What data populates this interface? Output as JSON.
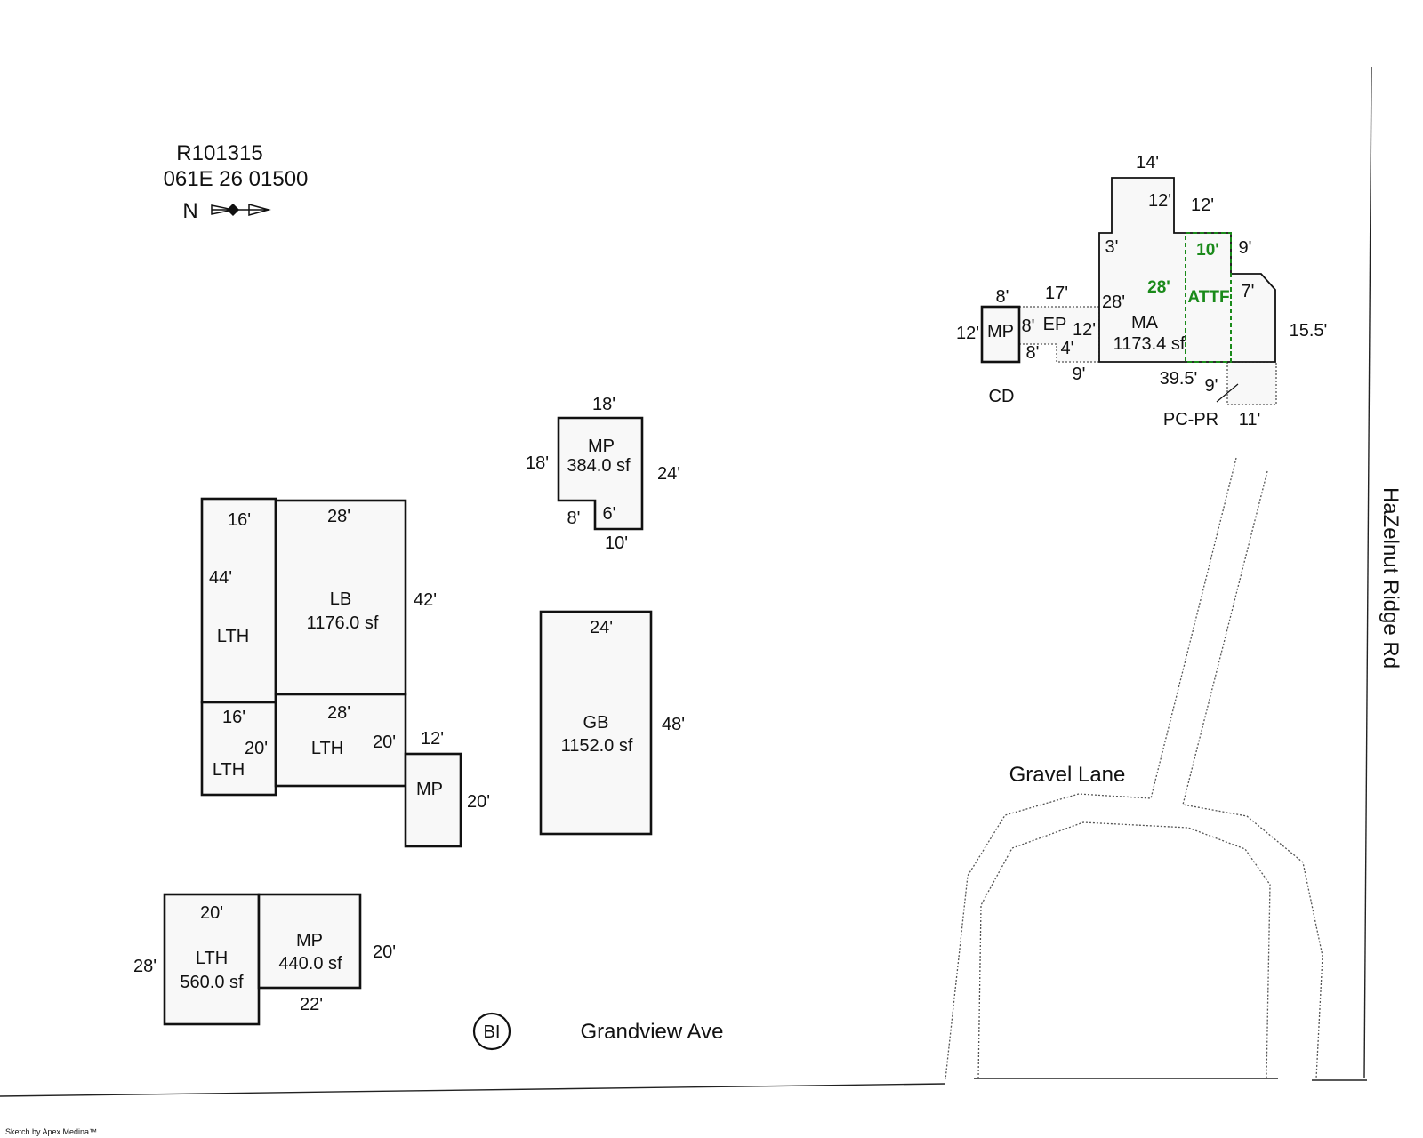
{
  "header": {
    "parcel_id": "R101315",
    "map_number": "061E 26 01500",
    "north_label": "N"
  },
  "roads": {
    "hazelnut": "HaZelnut Ridge Rd",
    "gravel": "Gravel Lane",
    "grandview": "Grandview Ave"
  },
  "footer": {
    "credit": "Sketch by Apex Medina™"
  },
  "symbols": {
    "bi": "BI"
  },
  "main_house": {
    "ma_label": "MA",
    "ma_area": "1173.4 sf",
    "attf_label": "ATTF",
    "ep_label": "EP",
    "mp_label": "MP",
    "cd_label": "CD",
    "pcpr_label": "PC-PR",
    "dims": {
      "top": "14'",
      "upper_left_inner": "12'",
      "upper_right": "12'",
      "attf_top": "10'",
      "right_step": "9'",
      "step_left": "3'",
      "attf_height": "28'",
      "ma_left": "28'",
      "bump": "7'",
      "right_side": "15.5'",
      "bottom": "39.5'",
      "pc_left": "9'",
      "pc_bottom": "11'",
      "ep_top": "17'",
      "ep_left": "8'",
      "ep_right": "12'",
      "ep_bottom_left": "8'",
      "ep_step": "4'",
      "ep_bottom": "9'",
      "mp_top": "8'",
      "mp_left": "12'"
    }
  },
  "mp_small": {
    "label": "MP",
    "area": "384.0 sf",
    "dims": {
      "top": "18'",
      "left": "18'",
      "right": "24'",
      "notch_left": "8'",
      "notch_inner": "6'",
      "bottom": "10'"
    }
  },
  "lb_group": {
    "lb_label": "LB",
    "lb_area": "1176.0 sf",
    "lth_label": "LTH",
    "mp_label": "MP",
    "dims": {
      "lth_top": "16'",
      "lth_side": "44'",
      "lb_top": "28'",
      "lb_side": "42'",
      "lth2_top": "16'",
      "lth2_side": "20'",
      "lth3_top": "28'",
      "lth3_side": "20'",
      "mp_top": "12'",
      "mp_side": "20'"
    }
  },
  "gb": {
    "label": "GB",
    "area": "1152.0 sf",
    "dims": {
      "top": "24'",
      "side": "48'"
    }
  },
  "bottom_group": {
    "lth_label": "LTH",
    "lth_area": "560.0 sf",
    "mp_label": "MP",
    "mp_area": "440.0 sf",
    "dims": {
      "lth_top": "20'",
      "lth_side": "28'",
      "mp_side": "20'",
      "mp_bottom": "22'"
    }
  }
}
